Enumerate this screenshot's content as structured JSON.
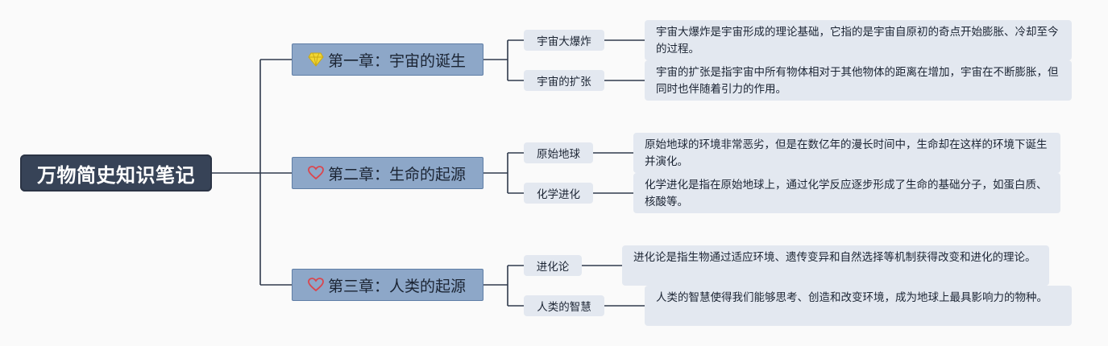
{
  "root": {
    "title": "万物简史知识笔记"
  },
  "chapters": [
    {
      "title": "第一章：宇宙的诞生",
      "icon": "diamond-icon",
      "topics": [
        {
          "label": "宇宙大爆炸",
          "description": "宇宙大爆炸是宇宙形成的理论基础，它指的是宇宙自原初的奇点开始膨胀、冷却至今的过程。"
        },
        {
          "label": "宇宙的扩张",
          "description": "宇宙的扩张是指宇宙中所有物体相对于其他物体的距离在增加，宇宙在不断膨胀，但同时也伴随着引力的作用。"
        }
      ]
    },
    {
      "title": "第二章：生命的起源",
      "icon": "heart-icon",
      "topics": [
        {
          "label": "原始地球",
          "description": "原始地球的环境非常恶劣，但是在数亿年的漫长时间中，生命却在这样的环境下诞生并演化。"
        },
        {
          "label": "化学进化",
          "description": "化学进化是指在原始地球上，通过化学反应逐步形成了生命的基础分子，如蛋白质、核酸等。"
        }
      ]
    },
    {
      "title": "第三章：人类的起源",
      "icon": "heart-icon",
      "topics": [
        {
          "label": "进化论",
          "description": "进化论是指生物通过适应环境、遗传变异和自然选择等机制获得改变和进化的理论。"
        },
        {
          "label": "人类的智慧",
          "description": "人类的智慧使得我们能够思考、创造和改变环境，成为地球上最具影响力的物种。"
        }
      ]
    }
  ],
  "colors": {
    "root_bg": "#374357",
    "chapter_bg": "#8da7c8",
    "topic_bg": "#e3e8f0",
    "line": "#2f3a4c",
    "diamond": "#f2d633",
    "heart": "#d9474f"
  }
}
